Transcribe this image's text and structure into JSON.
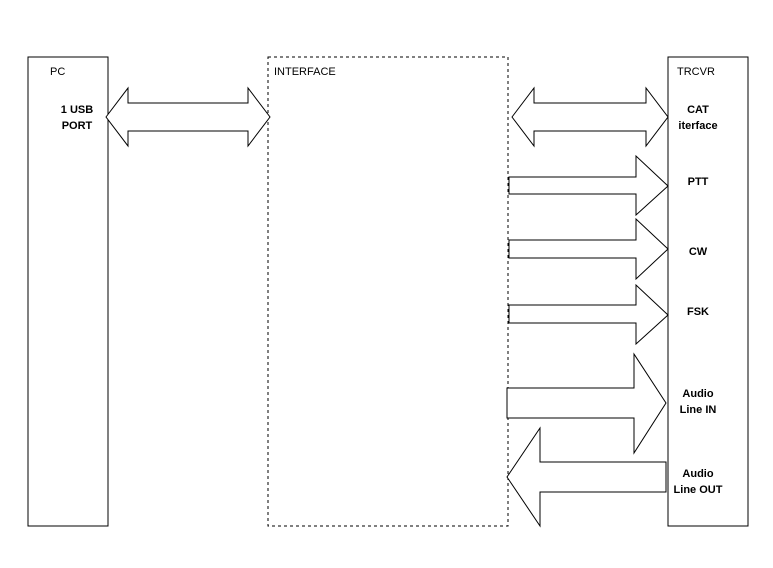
{
  "pc": {
    "title": "PC",
    "port_label_line1": "1 USB",
    "port_label_line2": "PORT"
  },
  "interface": {
    "title": "INTERFACE"
  },
  "trcvr": {
    "title": "TRCVR",
    "signals": {
      "cat_line1": "CAT",
      "cat_line2": "iterface",
      "ptt": "PTT",
      "cw": "CW",
      "fsk": "FSK",
      "audio_in_line1": "Audio",
      "audio_in_line2": "Line IN",
      "audio_out_line1": "Audio",
      "audio_out_line2": "Line OUT"
    }
  },
  "colors": {
    "stroke": "#000000",
    "fill": "#ffffff"
  }
}
